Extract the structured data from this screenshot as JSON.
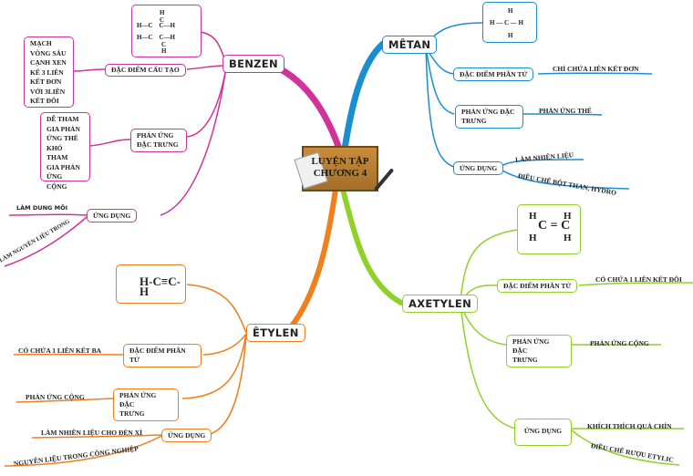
{
  "center": {
    "line1": "LUYỆN TẬP",
    "line2": "CHƯƠNG 4"
  },
  "colors": {
    "benzen": "#d0339b",
    "metan": "#1a8fd0",
    "axetylen": "#8fd12a",
    "etylen": "#f07f1e",
    "center_bg": "#b57c30"
  },
  "benzen": {
    "title": "BENZEN",
    "formula": {
      "top_h": "H",
      "row1": "H—C    C—H",
      "row2": "H—C    C—H",
      "bottom_h": "H",
      "c_top": "C",
      "c_bottom": "C"
    },
    "structure_label": "ĐẶC ĐIỂM CẤU TẠO",
    "structure_detail": [
      "MẠCH",
      "VÒNG SÁU",
      "CẠNH XEN",
      "KẼ 3 LIÊN",
      "KẾT ĐƠN",
      "VỚI 3LIÊN",
      "KẾT ĐÔI"
    ],
    "reaction_label": [
      "PHẢN ỨNG",
      "ĐẶC TRƯNG"
    ],
    "reaction_detail": [
      "DỄ THAM",
      "GIA PHẢN",
      "ỨNG THẾ",
      "KHÓ THAM",
      "GIA PHẢN",
      "ỨNG CỘNG"
    ],
    "usage_label": "ỨNG DỤNG",
    "usage_items": [
      "LÀM DUNG MÔI",
      "LÀM NGUYÊN LIỆU TRONG"
    ]
  },
  "metan": {
    "title": "MÊTAN",
    "formula": {
      "top": "H",
      "middle": "H — C — H",
      "bottom": "H"
    },
    "molecule_label": "ĐẶC ĐIỂM PHÂN TỬ",
    "molecule_detail": "CHỈ CHỨA LIÊN KẾT ĐƠN",
    "reaction_label": [
      "PHẢN ỨNG ĐẶC",
      "TRƯNG"
    ],
    "reaction_detail": "PHẢN ỨNG THẾ",
    "usage_label": "ỨNG DỤNG",
    "usage_items": [
      "LÀM NHIÊN LIỆU",
      "ĐIỀU CHẾ BỘT THAN, HYDRO"
    ]
  },
  "axetylen": {
    "title": "AXETYLEN",
    "formula": "C = C",
    "formula_h": [
      "H",
      "H",
      "H",
      "H"
    ],
    "molecule_label": "ĐẶC ĐIỂM PHÂN TỬ",
    "molecule_detail": "CÓ CHỨA 1 LIÊN KẾT ĐÔI",
    "reaction_label": [
      "PHẢN ỨNG ĐẶC",
      "TRƯNG"
    ],
    "reaction_detail": "PHẢN ỨNG CỘNG",
    "usage_label": "ỨNG DỤNG",
    "usage_items": [
      "KHÍCH THÍCH QUẢ CHÍN",
      "ĐIỀU CHẾ RƯỢU ETYLIC"
    ]
  },
  "etylen": {
    "title": "ÊTYLEN",
    "formula": "H-C≡C-H",
    "molecule_label": [
      "ĐẶC ĐIỂM PHÂN",
      "TỬ"
    ],
    "molecule_detail": "CÓ CHỨA 1 LIÊN KẾT BA",
    "reaction_label": [
      "PHẢN ỨNG ĐẶC",
      "TRƯNG"
    ],
    "reaction_detail": "PHẢN ỨNG CỘNG",
    "usage_label": "ỨNG DỤNG",
    "usage_items": [
      "LÀM NHIÊN LIỆU CHO ĐÈN XÌ",
      "NGUYÊN LIỆU TRONG CÔNG NGHIỆP"
    ]
  }
}
